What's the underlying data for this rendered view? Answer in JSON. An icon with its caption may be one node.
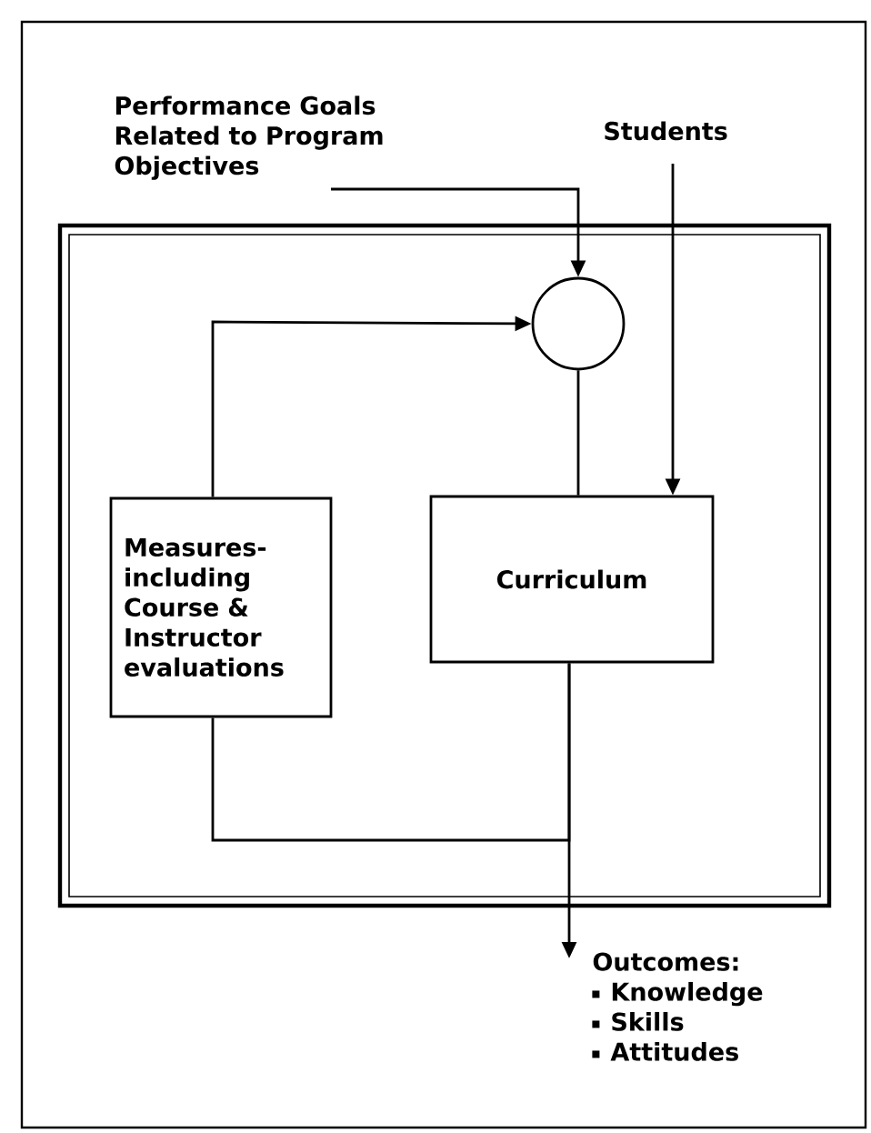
{
  "diagram": {
    "nodes": [
      {
        "text": [
          "Performance Goals Related to Program Objectives"
        ]
      },
      {
        "text": [
          "Students"
        ]
      },
      {
        "text": [],
        "shape": "box"
      },
      {
        "text": [],
        "shape": "circle",
        "in": 2
      },
      {
        "text": [
          "Measures- including Course & Instructor evaluations"
        ],
        "in": 2
      },
      {
        "text": [
          "Curriculum"
        ],
        "in": 2
      },
      {
        "text": [
          "Outcomes:",
          "Knowledge",
          "Skills",
          "Attitudes"
        ]
      }
    ],
    "edges": [
      {
        "from": 0,
        "to": 3,
        "arrow": "to"
      },
      {
        "from": 1,
        "to": 5,
        "arrow": "to"
      },
      {
        "from": 4,
        "to": 3,
        "arrow": "to"
      },
      {
        "from": 3,
        "to": 5,
        "arrow": "none"
      },
      {
        "from": 5,
        "to": 6,
        "arrow": "to"
      },
      {
        "from": 5,
        "to": 4,
        "arrow": "none"
      }
    ]
  }
}
